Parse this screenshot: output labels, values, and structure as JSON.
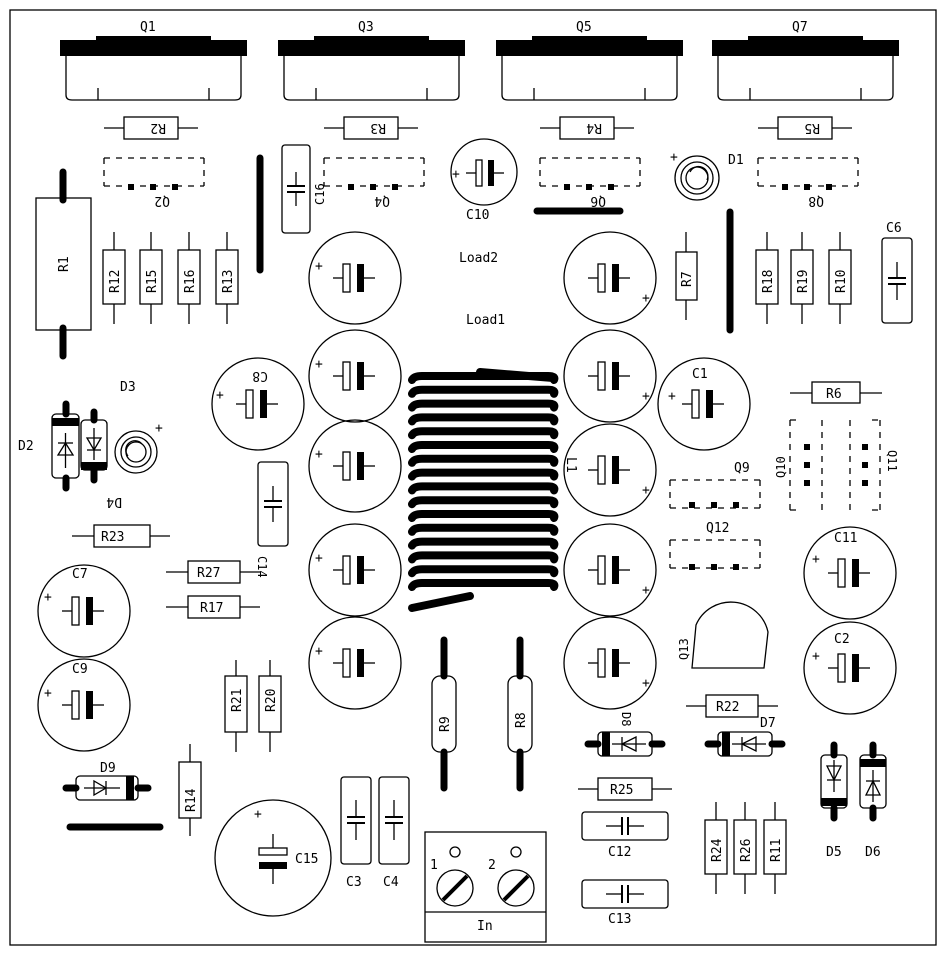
{
  "board": {
    "transistors_top": [
      "Q1",
      "Q3",
      "Q5",
      "Q7"
    ],
    "resistors_top": [
      "R2",
      "R3",
      "R4",
      "R5"
    ],
    "drivers_mirrored": [
      "Q2",
      "Q4",
      "Q6",
      "Q8"
    ],
    "resistors_left_group": [
      "R12",
      "R15",
      "R16",
      "R13"
    ],
    "resistors_right_group": [
      "R18",
      "R19",
      "R10"
    ],
    "labels": {
      "r1": "R1",
      "r7": "R7",
      "r6": "R6",
      "r23": "R23",
      "r27": "R27",
      "r17": "R17",
      "r21": "R21",
      "r20": "R20",
      "r14": "R14",
      "r9": "R9",
      "r8": "R8",
      "r22": "R22",
      "r25": "R25",
      "r24": "R24",
      "r26": "R26",
      "r11": "R11",
      "c16": "C16",
      "c10": "C10",
      "c6": "C6",
      "c8": "C8",
      "c1": "C1",
      "c14": "C14",
      "c7": "C7",
      "c9": "C9",
      "c11": "C11",
      "c2": "C2",
      "c15": "C15",
      "c3": "C3",
      "c4": "C4",
      "c12": "C12",
      "c13": "C13",
      "d1": "D1",
      "d2": "D2",
      "d3": "D3",
      "d4": "D4",
      "d5": "D5",
      "d6": "D6",
      "d7": "D7",
      "d8": "D8",
      "d9": "D9",
      "q9": "Q9",
      "q10": "Q10",
      "q11": "Q11",
      "q12": "Q12",
      "q13": "Q13",
      "l1": "L1",
      "load1": "Load1",
      "load2": "Load2",
      "pin1": "1",
      "pin2": "2",
      "in": "In",
      "plus": "+"
    }
  }
}
